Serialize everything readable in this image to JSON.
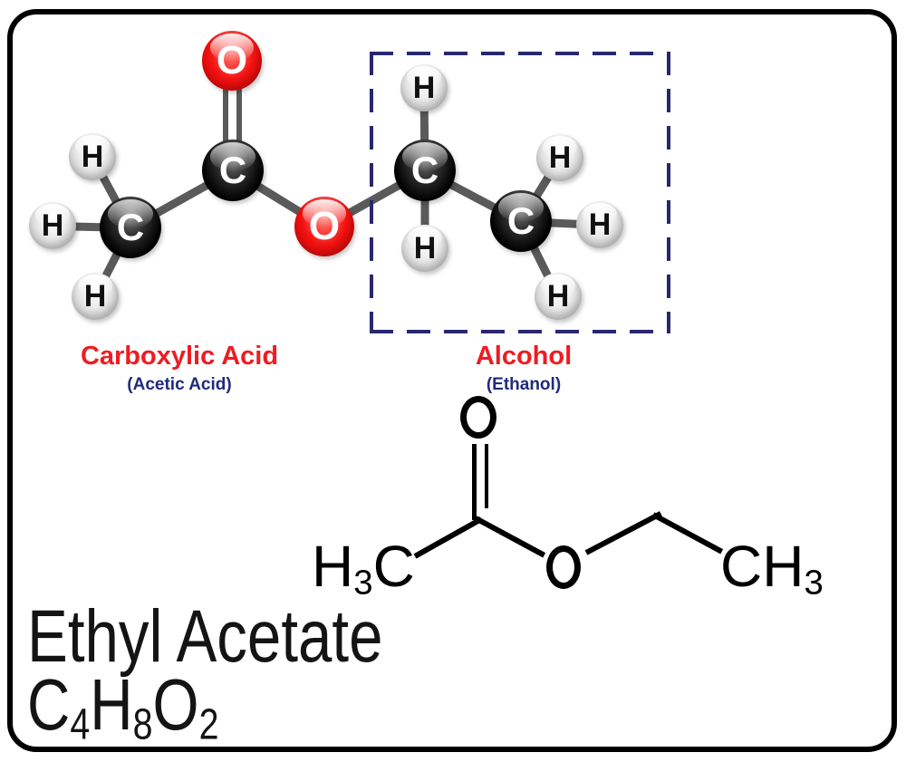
{
  "diagram_title": "Ethyl Acetate",
  "regions": {
    "carboxylic": {
      "title": "Carboxylic Acid",
      "subtitle": "(Acetic Acid)"
    },
    "alcohol": {
      "title": "Alcohol",
      "subtitle": "(Ethanol)"
    }
  },
  "colors": {
    "label_red": "#ee1c23",
    "label_navy": "#1f2b7b",
    "dashed_box_navy": "#28286e",
    "bond_gray": "#5a5a5a",
    "oxygen_red": "#f31212",
    "carbon_black": "#000000",
    "hydrogen_gray": "#d9d9d9"
  },
  "molecule": {
    "name": "Ethyl Acetate",
    "atoms": [
      {
        "symbol": "H",
        "element": "hydrogen-methyl-top"
      },
      {
        "symbol": "H",
        "element": "hydrogen-methyl-left"
      },
      {
        "symbol": "H",
        "element": "hydrogen-methyl-bottom"
      },
      {
        "symbol": "C",
        "element": "carbon-methyl"
      },
      {
        "symbol": "C",
        "element": "carbon-carbonyl"
      },
      {
        "symbol": "O",
        "element": "oxygen-carbonyl"
      },
      {
        "symbol": "O",
        "element": "oxygen-ester"
      },
      {
        "symbol": "C",
        "element": "carbon-ch2"
      },
      {
        "symbol": "H",
        "element": "hydrogen-ch2-top"
      },
      {
        "symbol": "H",
        "element": "hydrogen-ch2-bottom"
      },
      {
        "symbol": "C",
        "element": "carbon-ch3"
      },
      {
        "symbol": "H",
        "element": "hydrogen-ch3-top"
      },
      {
        "symbol": "H",
        "element": "hydrogen-ch3-right"
      },
      {
        "symbol": "H",
        "element": "hydrogen-ch3-bottom"
      }
    ]
  },
  "skeletal": {
    "carbonyl_oxygen": "O",
    "ester_oxygen": "O",
    "left_group": {
      "main": "H",
      "sub": "3",
      "tail": "C"
    },
    "right_group": {
      "main": "CH",
      "sub": "3"
    }
  },
  "footer": {
    "name": "Ethyl Acetate",
    "formula": {
      "c": "C",
      "n1": "4",
      "h": "H",
      "n2": "8",
      "o": "O",
      "n3": "2"
    }
  }
}
